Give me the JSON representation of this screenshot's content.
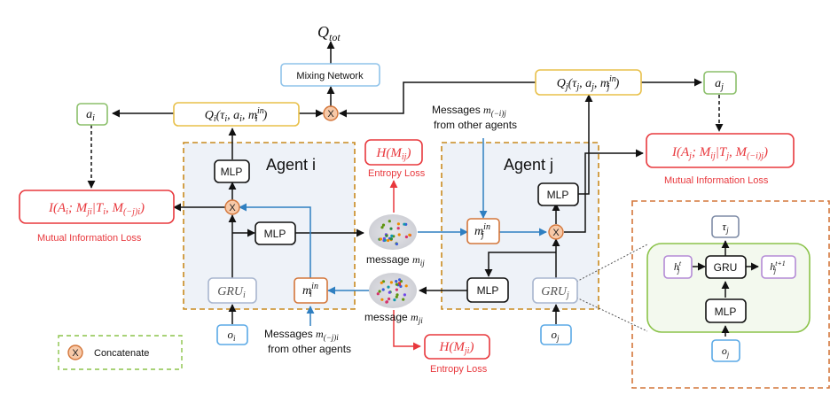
{
  "title": "Q_{tot}",
  "mixing_network": "Mixing Network",
  "agent_i": {
    "label": "Agent i",
    "q": "Q_i(τ_i, a_i, m_i^{in})",
    "action": "a_i",
    "mlp_top": "MLP",
    "mlp_mid": "MLP",
    "gru": "GRU_i",
    "m_in": "m_i^{in}",
    "obs": "o_i",
    "mi_loss_formula": "I(A_i; M_ji | T_i, M_(-j)i)",
    "mi_loss_label": "Mutual Information Loss"
  },
  "agent_j": {
    "label": "Agent j",
    "q": "Q_j(τ_j, a_j, m_j^{in})",
    "action": "a_j",
    "mlp_top": "MLP",
    "mlp_mid": "MLP",
    "gru": "GRU_j",
    "m_in": "m_j^{in}",
    "obs": "o_j",
    "mi_loss_formula": "I(A_j; M_ij | T_j, M_(-i)j)",
    "mi_loss_label": "Mutual Information Loss"
  },
  "messages": {
    "ij": "message m_ij",
    "ji": "message m_ji",
    "from_others_j_line1": "Messages m_(-i)j",
    "from_others_j_line2": "from other agents",
    "from_others_i_line1": "Messages m_(-j)i",
    "from_others_i_line2": "from other agents"
  },
  "entropy": {
    "top_formula": "H(M_ij)",
    "top_label": "Entropy Loss",
    "bottom_formula": "H(M_ji)",
    "bottom_label": "Entropy Loss"
  },
  "legend": {
    "symbol": "X",
    "label": "Concatenate"
  },
  "detail": {
    "tau": "τ_j",
    "h_t": "h_j^t",
    "gru": "GRU",
    "h_t1": "h_j^{t+1}",
    "mlp": "MLP",
    "obs": "o_j"
  },
  "colors": {
    "red": "#e8383d",
    "blue": "#2f7fc1",
    "orange_dash": "#c98a1e",
    "legend_dash": "#6ab04c"
  }
}
